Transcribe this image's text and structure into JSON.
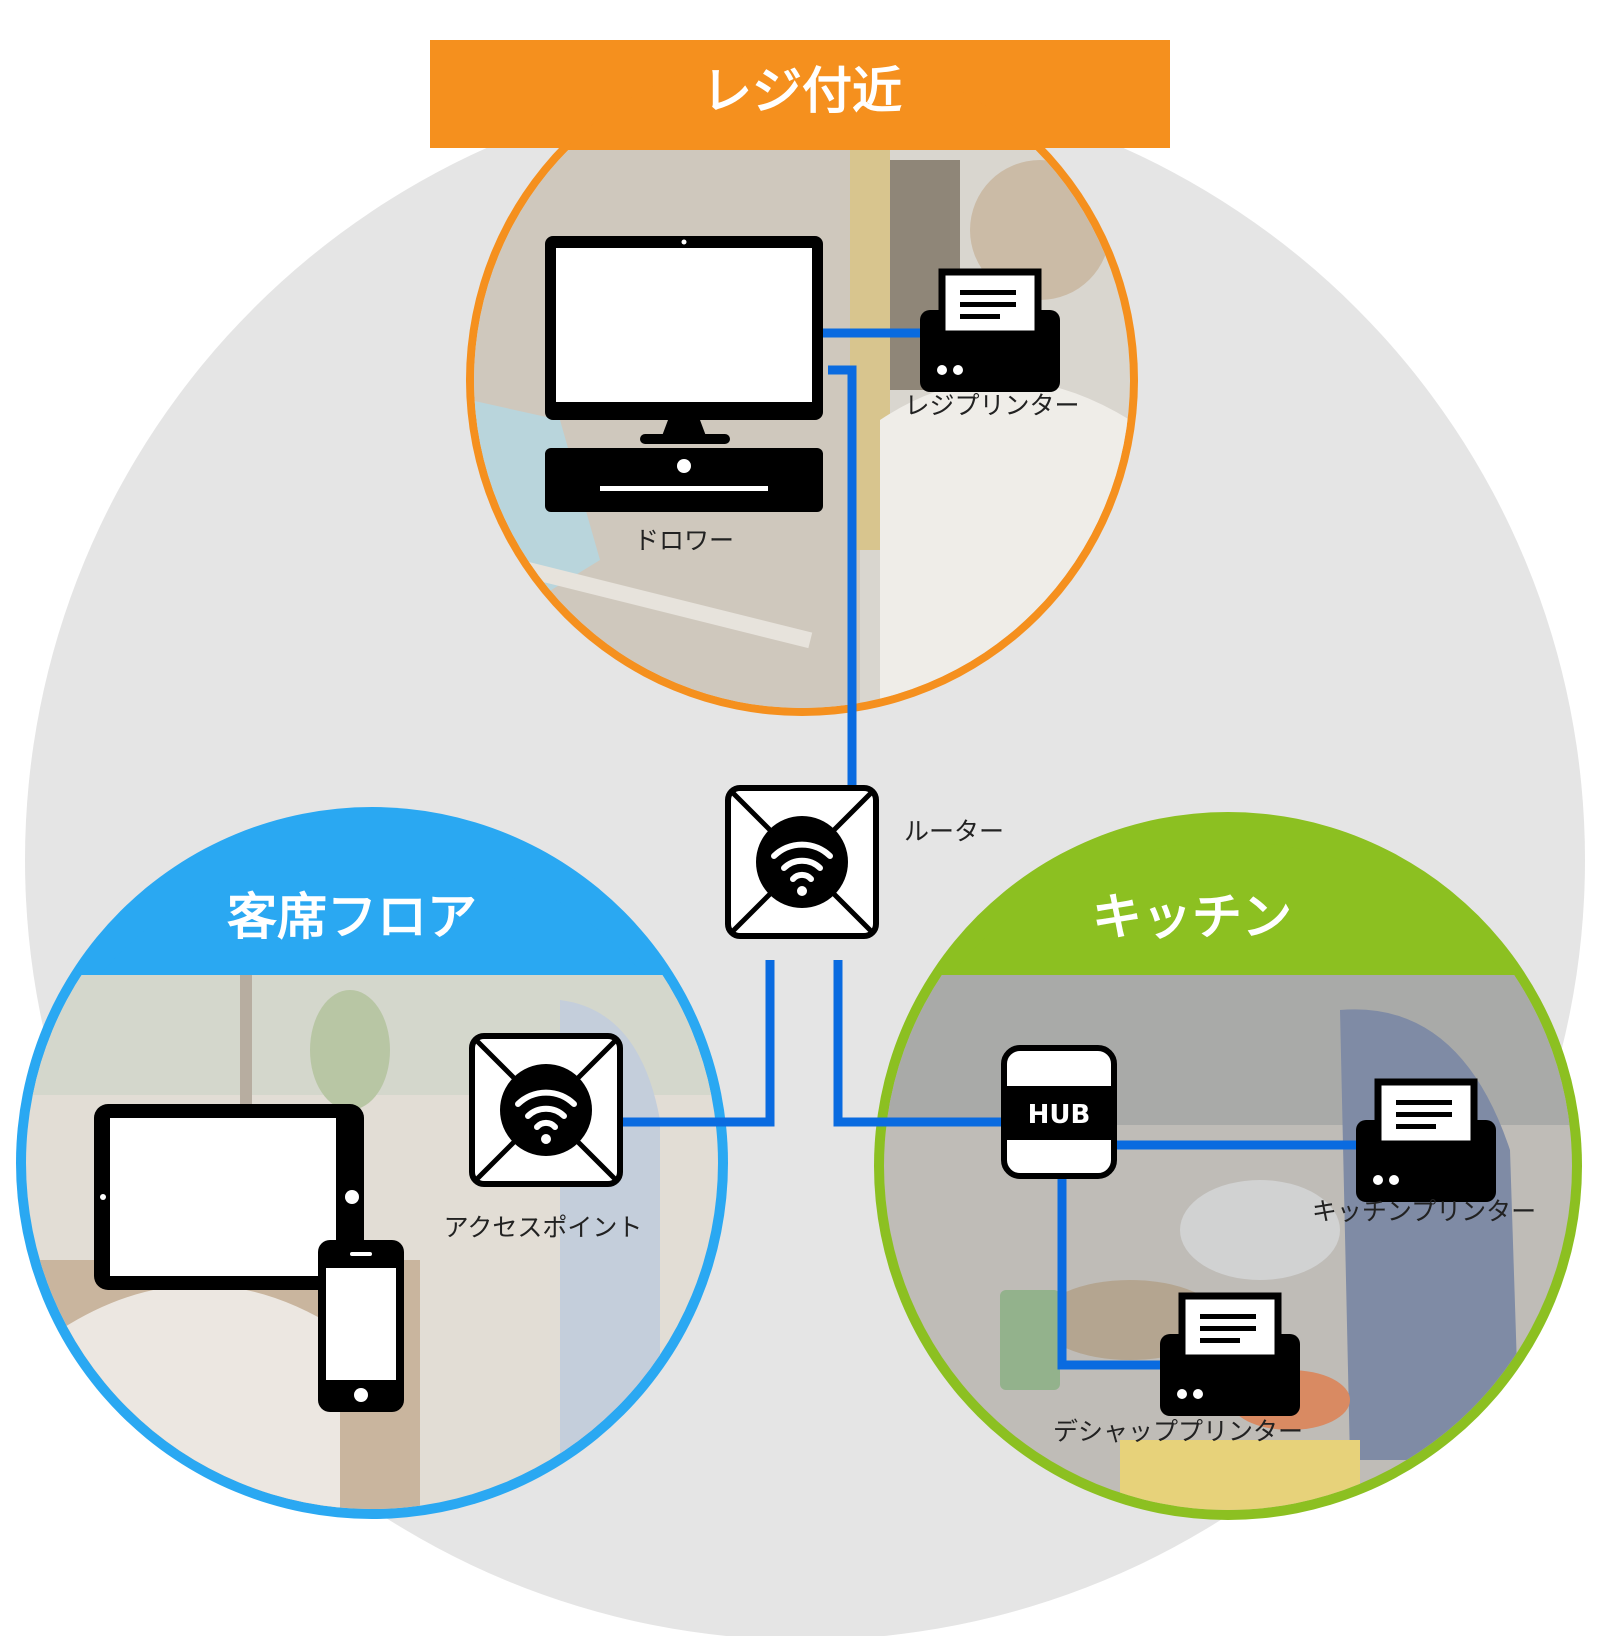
{
  "colors": {
    "background_circle": "#e5e5e5",
    "cable": "#0a6be0",
    "register_zone": "#f5901e",
    "floor_zone": "#2aa8f2",
    "kitchen_zone": "#8cc021",
    "device_fill": "#000000"
  },
  "zones": {
    "register": {
      "title": "レジ付近"
    },
    "floor": {
      "title": "客席フロア"
    },
    "kitchen": {
      "title": "キッチン"
    }
  },
  "devices": {
    "register_printer": "レジプリンター",
    "drawer": "ドロワー",
    "router": "ルーター",
    "access_point": "アクセスポイント",
    "hub": "HUB",
    "kitchen_printer": "キッチンプリンター",
    "deshap_printer": "デシャッププリンター"
  },
  "icons": {
    "pos_monitor": "desktop-monitor-icon",
    "drawer": "cash-drawer-icon",
    "printer": "receipt-printer-icon",
    "router": "wifi-router-icon",
    "access_point": "wifi-access-point-icon",
    "tablet": "tablet-icon",
    "phone": "smartphone-icon",
    "hub": "network-hub-icon"
  }
}
